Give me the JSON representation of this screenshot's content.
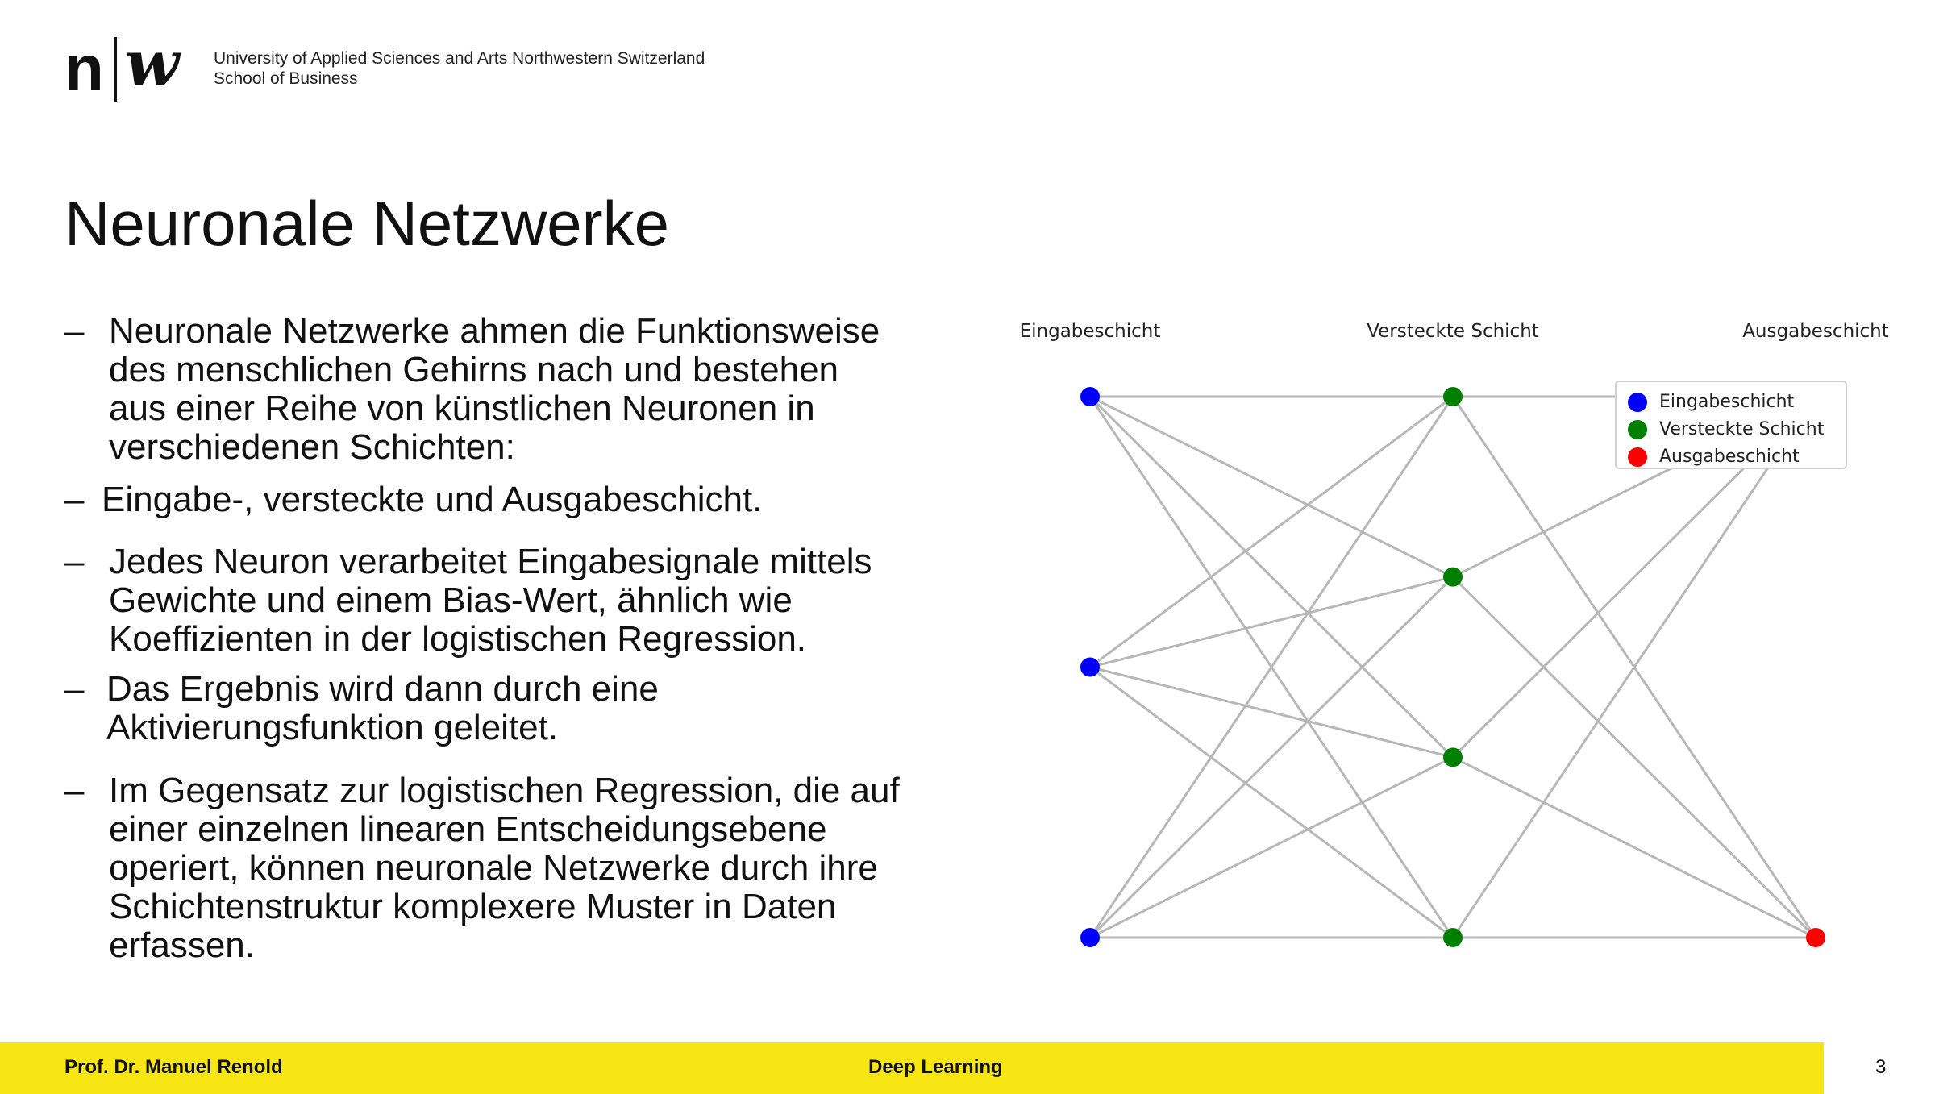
{
  "header": {
    "logo": {
      "left": "n",
      "right": "w"
    },
    "institution_line1": "University of Applied Sciences and Arts Northwestern Switzerland",
    "institution_line2": "School of Business"
  },
  "title": "Neuronale Netzwerke",
  "bullets": [
    {
      "dash": "–",
      "lines": [
        "Neuronale Netzwerke ahmen die Funktionsweise",
        "des menschlichen Gehirns nach und bestehen",
        "aus einer Reihe von künstlichen Neuronen in",
        "verschiedenen Schichten:"
      ]
    },
    {
      "dash": "–",
      "lines": [
        "Eingabe-, versteckte und Ausgabeschicht."
      ]
    },
    {
      "dash": "–",
      "lines": [
        "Jedes Neuron verarbeitet Eingabesignale mittels",
        "Gewichte und einem Bias-Wert, ähnlich wie",
        "Koeffizienten in der logistischen Regression."
      ]
    },
    {
      "dash": "–",
      "lines": [
        "Das Ergebnis wird dann durch eine",
        "Aktivierungsfunktion geleitet."
      ]
    },
    {
      "dash": "–",
      "lines": [
        "Im Gegensatz zur logistischen Regression, die auf",
        "einer einzelnen linearen Entscheidungsebene",
        "operiert, können neuronale Netzwerke durch ihre",
        "Schichtenstruktur komplexere Muster in Daten",
        "erfassen."
      ]
    }
  ],
  "diagram": {
    "layers": [
      {
        "label": "Eingabeschicht",
        "neurons": 3,
        "color": "#0000ff"
      },
      {
        "label": "Versteckte Schicht",
        "neurons": 4,
        "color": "#008000"
      },
      {
        "label": "Ausgabeschicht",
        "neurons": 2,
        "color": "#ff0000"
      }
    ],
    "legend": [
      {
        "label": "Eingabeschicht",
        "color": "#0000ff"
      },
      {
        "label": "Versteckte Schicht",
        "color": "#008000"
      },
      {
        "label": "Ausgabeschicht",
        "color": "#ff0000"
      }
    ],
    "edge_color": "#b7b7b7"
  },
  "footer": {
    "author": "Prof. Dr. Manuel Renold",
    "course": "Deep Learning",
    "page": "3",
    "bar_color": "#f7e614"
  }
}
